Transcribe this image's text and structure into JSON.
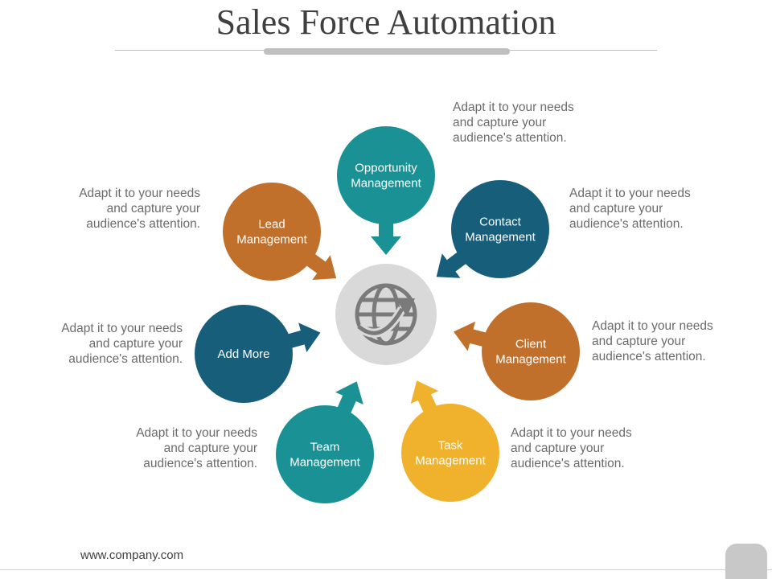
{
  "title": "Sales Force Automation",
  "footer": {
    "url": "www.company.com"
  },
  "colors": {
    "teal": "#1a9295",
    "navy": "#175e7b",
    "orange": "#c0702a",
    "gold": "#f0b12c",
    "hub": "#d9d9d9",
    "hub_icon": "#7a7a7a"
  },
  "hub": {
    "icon": "globe-arrow-icon"
  },
  "nodes": [
    {
      "id": "opportunity",
      "label": [
        "Opportunity",
        "Management"
      ],
      "color": "teal"
    },
    {
      "id": "contact",
      "label": [
        "Contact",
        "Management"
      ],
      "color": "navy"
    },
    {
      "id": "client",
      "label": [
        "Client",
        "Management"
      ],
      "color": "orange"
    },
    {
      "id": "task",
      "label": [
        "Task",
        "Management"
      ],
      "color": "gold"
    },
    {
      "id": "team",
      "label": [
        "Team",
        "Management"
      ],
      "color": "teal"
    },
    {
      "id": "addmore",
      "label": [
        "Add More"
      ],
      "color": "navy"
    },
    {
      "id": "lead",
      "label": [
        "Lead",
        "Management"
      ],
      "color": "orange"
    }
  ],
  "descriptions": {
    "opportunity": "Adapt it to your needs and capture your audience's attention.",
    "contact": "Adapt it to your needs and capture your audience's attention.",
    "client": "Adapt it to your needs and capture your audience's attention.",
    "task": "Adapt it to your needs and capture your audience's attention.",
    "team": "Adapt it to your needs and capture your audience's attention.",
    "addmore": "Adapt it to your needs and capture your audience's attention.",
    "lead": "Adapt it to your needs and capture your audience's attention."
  }
}
